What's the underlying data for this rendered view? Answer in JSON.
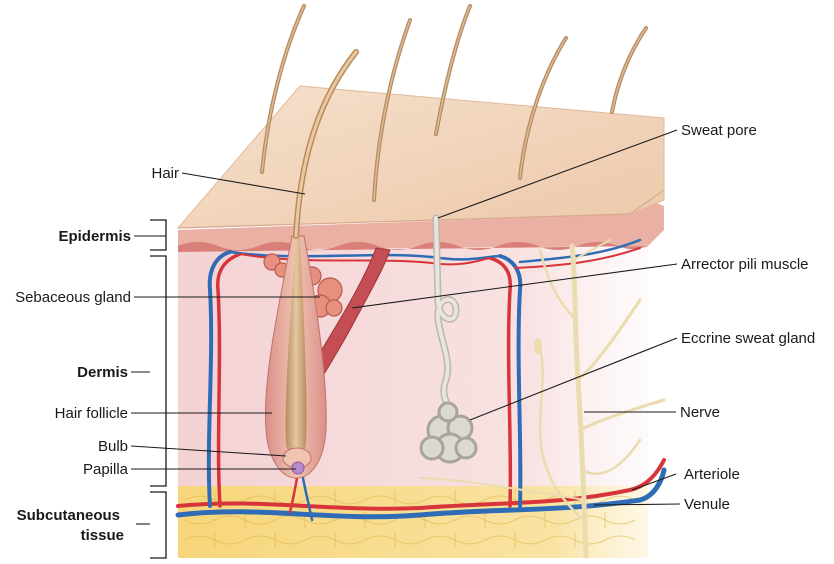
{
  "labels": {
    "hair": "Hair",
    "epidermis": "Epidermis",
    "sebaceous_gland": "Sebaceous gland",
    "dermis": "Dermis",
    "hair_follicle": "Hair follicle",
    "bulb": "Bulb",
    "papilla": "Papilla",
    "subcutaneous_line1": "Subcutaneous",
    "subcutaneous_line2": "tissue",
    "sweat_pore": "Sweat pore",
    "arrector_pili_muscle": "Arrector pili muscle",
    "eccrine_sweat_gland": "Eccrine sweat gland",
    "nerve": "Nerve",
    "arteriole": "Arteriole",
    "venule": "Venule"
  },
  "colors": {
    "epidermis_surface": "#f3d6bf",
    "epidermis_layer": "#e9a29a",
    "dermis": "#f6dcdc",
    "subcutaneous_fat": "#f7dc8a",
    "hair": "#d9b48a",
    "artery": "#d8353a",
    "vein": "#2e6cb5",
    "nerve": "#efe3b8",
    "sweat_gland": "#d6d2cc",
    "muscle": "#c8565a"
  }
}
